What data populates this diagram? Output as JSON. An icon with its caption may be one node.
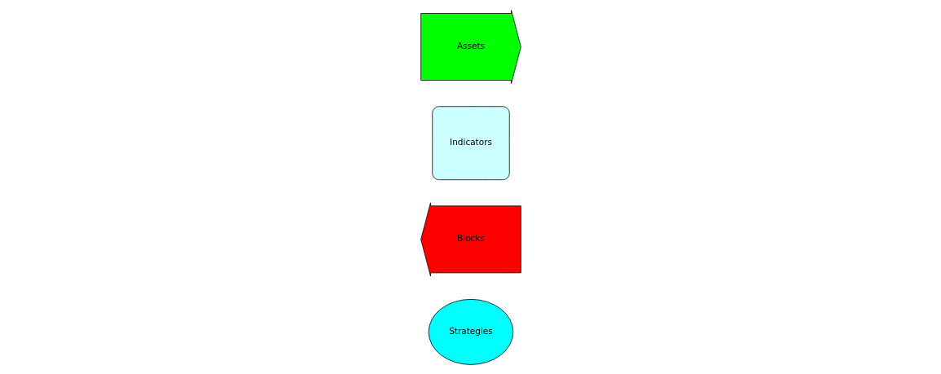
{
  "diagram": {
    "nodes": [
      {
        "text": [
          "Assets"
        ]
      },
      {
        "text": [
          "Indicators"
        ]
      },
      {
        "text": [
          "Blocks"
        ]
      },
      {
        "text": [
          "Strategies"
        ]
      }
    ]
  }
}
